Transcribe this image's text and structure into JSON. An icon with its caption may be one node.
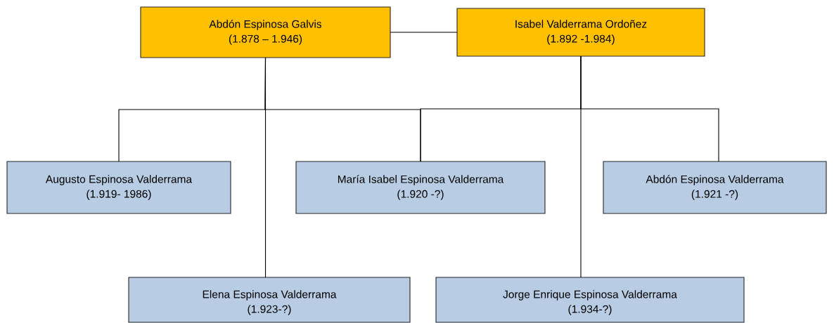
{
  "diagram": {
    "nodes": [
      {
        "text": [
          "Abdón Espinosa  Galvis",
          "(1.878 – 1.946)"
        ]
      },
      {
        "text": [
          "Isabel Valderrama Ordoñez",
          "(1.892 -1.984)"
        ]
      },
      {
        "text": [
          "Augusto Espinosa Valderrama",
          "(1.919- 1986)"
        ]
      },
      {
        "text": [
          "María Isabel Espinosa Valderrama",
          "(1.920 -?)"
        ]
      },
      {
        "text": [
          "Abdón Espinosa Valderrama",
          "(1.921 -?)"
        ]
      },
      {
        "text": [
          "Elena Espinosa Valderrama",
          "(1.923-?)"
        ]
      },
      {
        "text": [
          "Jorge Enrique  Espinosa Valderrama",
          "(1.934-?)"
        ]
      }
    ],
    "edges": [
      {
        "from": 0,
        "to": 1,
        "arrow": "none"
      },
      {
        "from": 0,
        "to": 2,
        "arrow": "none"
      },
      {
        "from": 0,
        "to": 3,
        "arrow": "none"
      },
      {
        "from": 1,
        "to": 3,
        "arrow": "none"
      },
      {
        "from": 1,
        "to": 4,
        "arrow": "none"
      },
      {
        "from": 0,
        "to": 5,
        "arrow": "none"
      },
      {
        "from": 1,
        "to": 6,
        "arrow": "none"
      }
    ]
  }
}
